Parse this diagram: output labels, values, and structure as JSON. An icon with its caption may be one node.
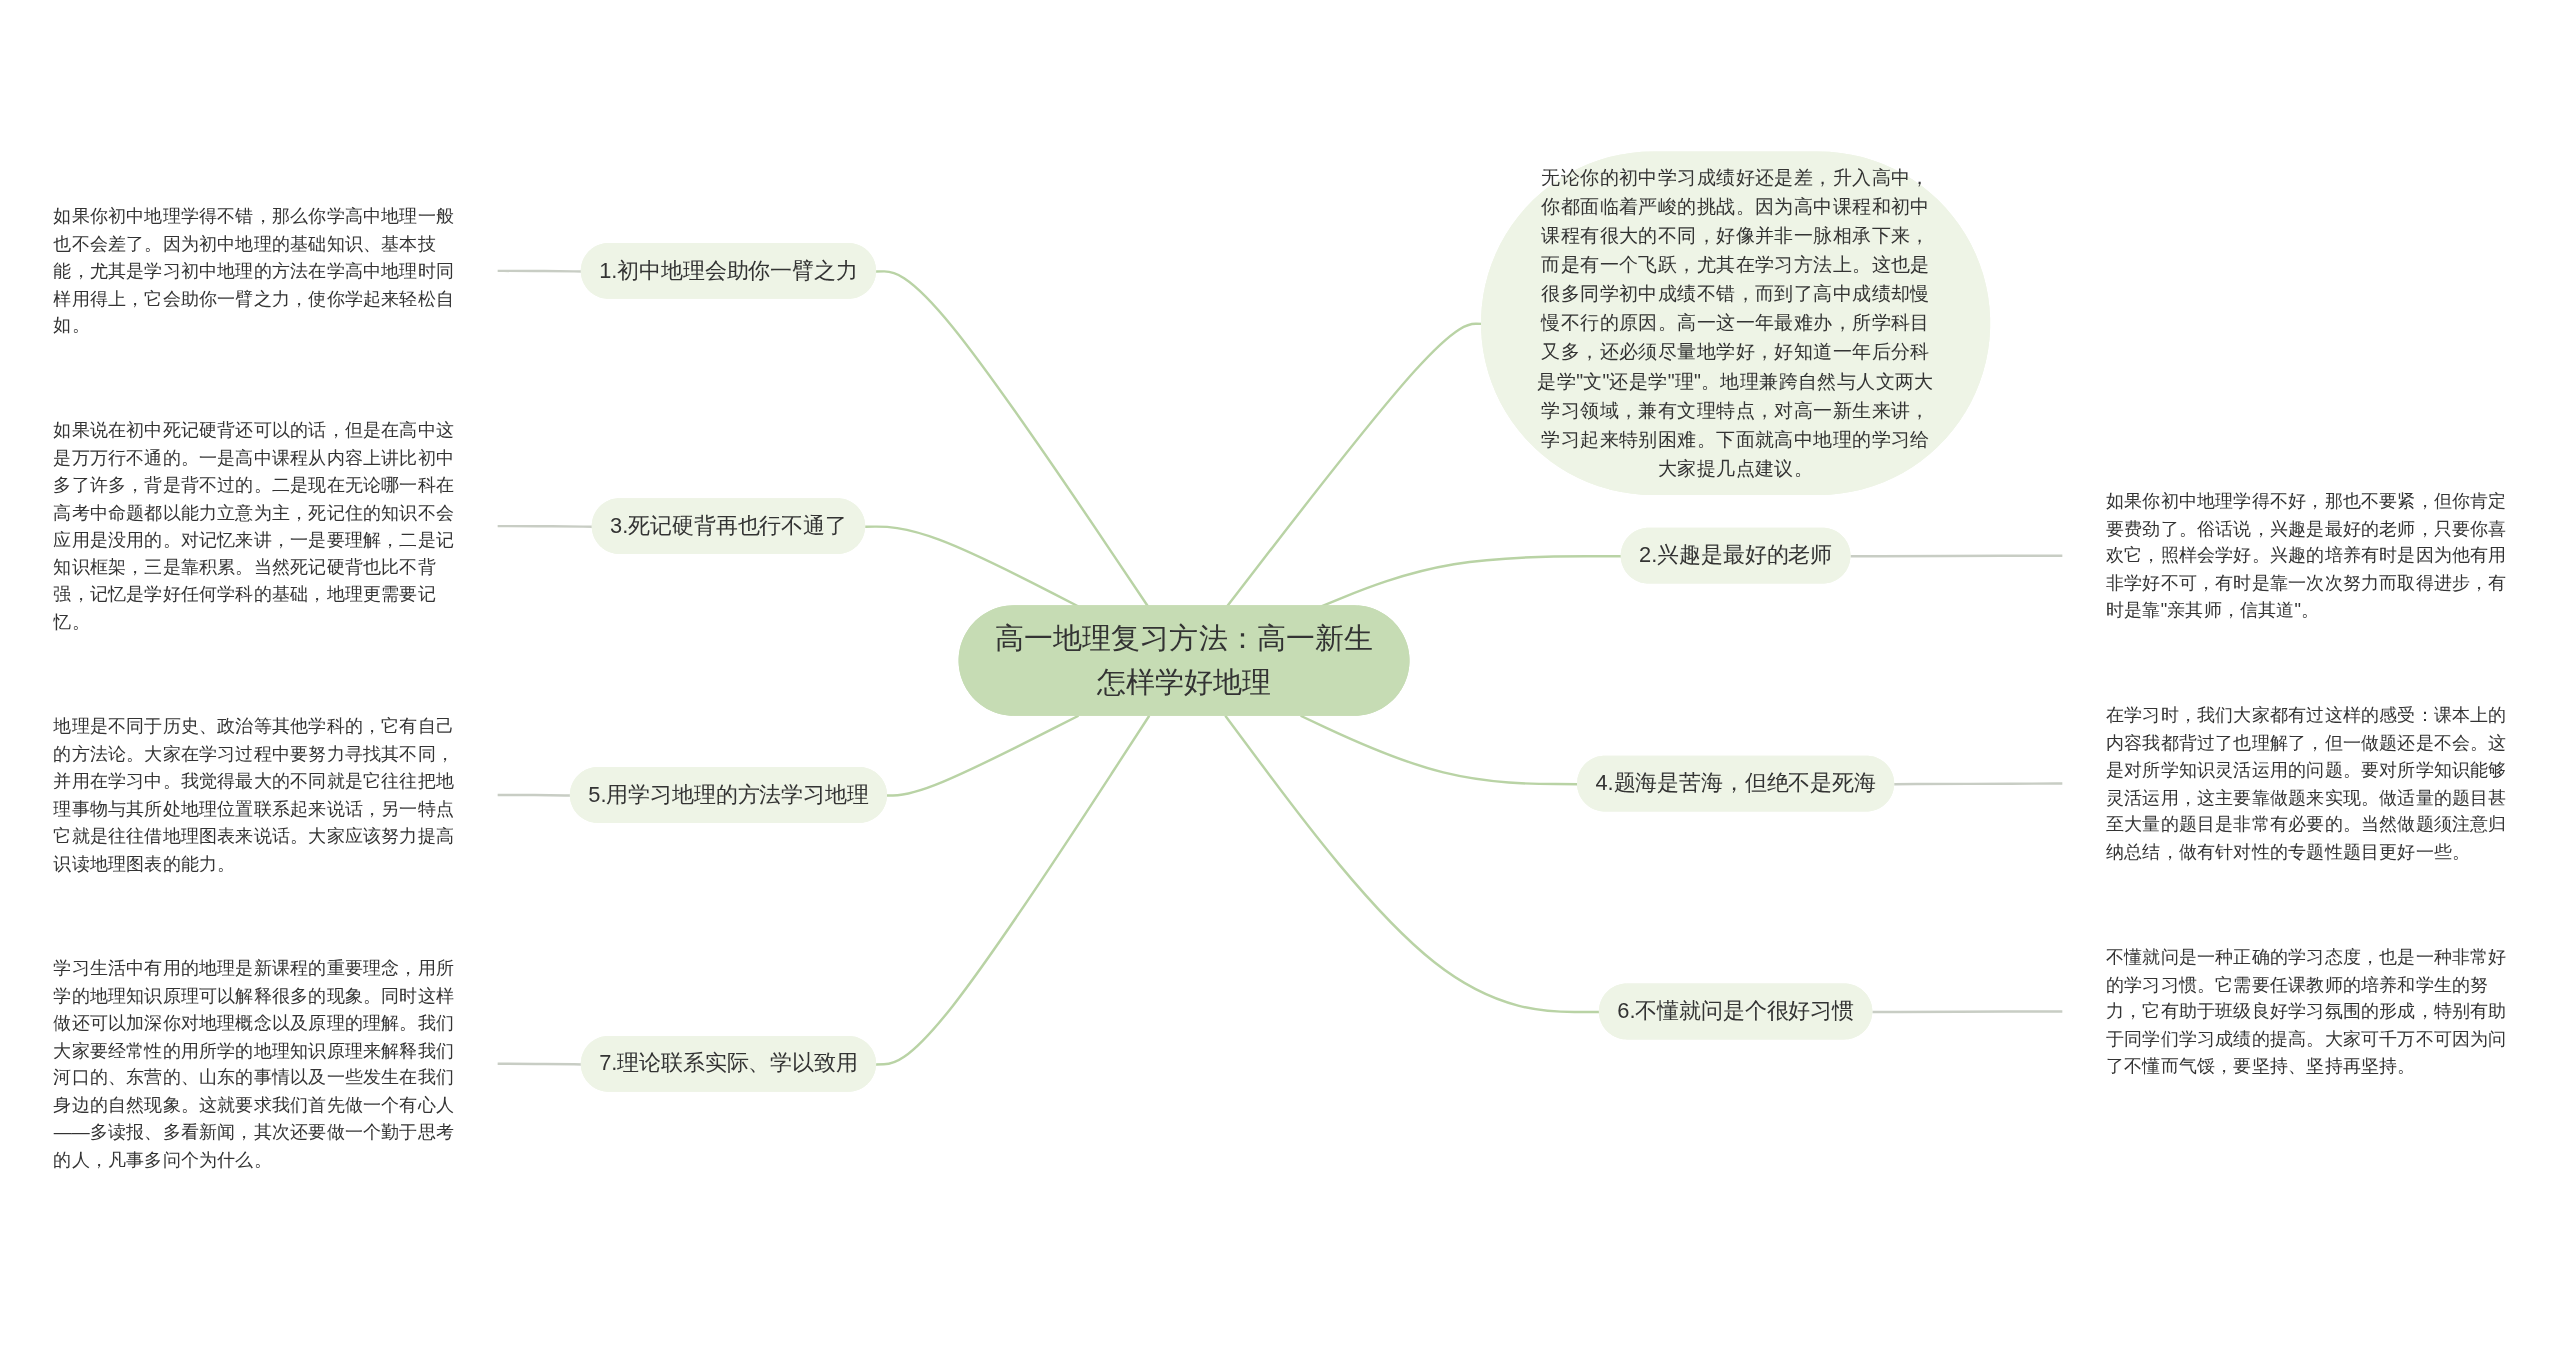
{
  "diagram": {
    "nodes": [
      {
        "text": [
          "高一地理复习方法：高一新生怎样学好地理"
        ]
      },
      {
        "text": [
          "无论你的初中学习成绩好还是差，升入高中，你都面临着严峻的挑战。因为高中课程和初中课程有很大的不同，好像并非一脉相承下来，而是有一个飞跃，尤其在学习方法上。这也是很多同学初中成绩不错，而到了高中成绩却慢慢不行的原因。高一这一年最难办，所学科目又多，还必须尽量地学好，好知道一年后分科是学\"文\"还是学\"理\"。地理兼跨自然与人文两大学习领域，兼有文理特点，对高一新生来讲，学习起来特别困难。下面就高中地理的学习给大家提几点建议。"
        ]
      },
      {
        "text": [
          "1.初中地理会助你一臂之力"
        ]
      },
      {
        "text": [
          "如果你初中地理学得不错，那么你学高中地理一般也不会差了。因为初中地理的基础知识、基本技能，尤其是学习初中地理的方法在学高中地理时同样用得上，它会助你一臂之力，使你学起来轻松自如。"
        ]
      },
      {
        "text": [
          "2.兴趣是最好的老师"
        ]
      },
      {
        "text": [
          "如果你初中地理学得不好，那也不要紧，但你肯定要费劲了。俗话说，兴趣是最好的老师，只要你喜欢它，照样会学好。兴趣的培养有时是因为他有用非学好不可，有时是靠一次次努力而取得进步，有时是靠\"亲其师，信其道\"。"
        ]
      },
      {
        "text": [
          "3.死记硬背再也行不通了"
        ]
      },
      {
        "text": [
          "如果说在初中死记硬背还可以的话，但是在高中这是万万行不通的。一是高中课程从内容上讲比初中多了许多，背是背不过的。二是现在无论哪一科在高考中命题都以能力立意为主，死记住的知识不会应用是没用的。对记忆来讲，一是要理解，二是记知识框架，三是靠积累。当然死记硬背也比不背强，记忆是学好任何学科的基础，地理更需要记忆。"
        ]
      },
      {
        "text": [
          "4.题海是苦海，但绝不是死海"
        ]
      },
      {
        "text": [
          "在学习时，我们大家都有过这样的感受：课本上的内容我都背过了也理解了，但一做题还是不会。这是对所学知识灵活运用的问题。要对所学知识能够灵活运用，这主要靠做题来实现。做适量的题目甚至大量的题目是非常有必要的。当然做题须注意归纳总结，做有针对性的专题性题目更好一些。"
        ]
      },
      {
        "text": [
          "5.用学习地理的方法学习地理"
        ]
      },
      {
        "text": [
          "地理是不同于历史、政治等其他学科的，它有自己的方法论。大家在学习过程中要努力寻找其不同，并用在学习中。我觉得最大的不同就是它往往把地理事物与其所处地理位置联系起来说话，另一特点它就是往往借地理图表来说话。大家应该努力提高识读地理图表的能力。"
        ]
      },
      {
        "text": [
          "6.不懂就问是个很好习惯"
        ]
      },
      {
        "text": [
          "不懂就问是一种正确的学习态度，也是一种非常好的学习习惯。它需要任课教师的培养和学生的努力，它有助于班级良好学习氛围的形成，特别有助于同学们学习成绩的提高。大家可千万不可因为问了不懂而气馁，要坚持、坚持再坚持。"
        ]
      },
      {
        "text": [
          "7.理论联系实际、学以致用"
        ]
      },
      {
        "text": [
          "学习生活中有用的地理是新课程的重要理念，用所学的地理知识原理可以解释很多的现象。同时这样做还可以加深你对地理概念以及原理的理解。我们大家要经常性的用所学的地理知识原理来解释我们河口的、东营的、山东的事情以及一些发生在我们身边的自然现象。这就要求我们首先做一个有心人——多读报、多看新闻，其次还要做一个勤于思考的人，凡事多问个为什么。"
        ]
      }
    ],
    "edges": [
      {
        "from": 0,
        "to": 1,
        "arrow": "none"
      },
      {
        "from": 0,
        "to": 2,
        "arrow": "none"
      },
      {
        "from": 2,
        "to": 3,
        "arrow": "none",
        "color": "#c8cdc4"
      },
      {
        "from": 0,
        "to": 4,
        "arrow": "none"
      },
      {
        "from": 4,
        "to": 5,
        "arrow": "none",
        "color": "#c8cdc4"
      },
      {
        "from": 0,
        "to": 6,
        "arrow": "none"
      },
      {
        "from": 6,
        "to": 7,
        "arrow": "none",
        "color": "#c8cdc4"
      },
      {
        "from": 0,
        "to": 8,
        "arrow": "none"
      },
      {
        "from": 8,
        "to": 9,
        "arrow": "none",
        "color": "#c8cdc4"
      },
      {
        "from": 0,
        "to": 10,
        "arrow": "none"
      },
      {
        "from": 10,
        "to": 11,
        "arrow": "none",
        "color": "#c8cdc4"
      },
      {
        "from": 0,
        "to": 12,
        "arrow": "none"
      },
      {
        "from": 12,
        "to": 13,
        "arrow": "none",
        "color": "#c8cdc4"
      },
      {
        "from": 0,
        "to": 14,
        "arrow": "none"
      },
      {
        "from": 14,
        "to": 15,
        "arrow": "none",
        "color": "#c8cdc4"
      }
    ]
  }
}
